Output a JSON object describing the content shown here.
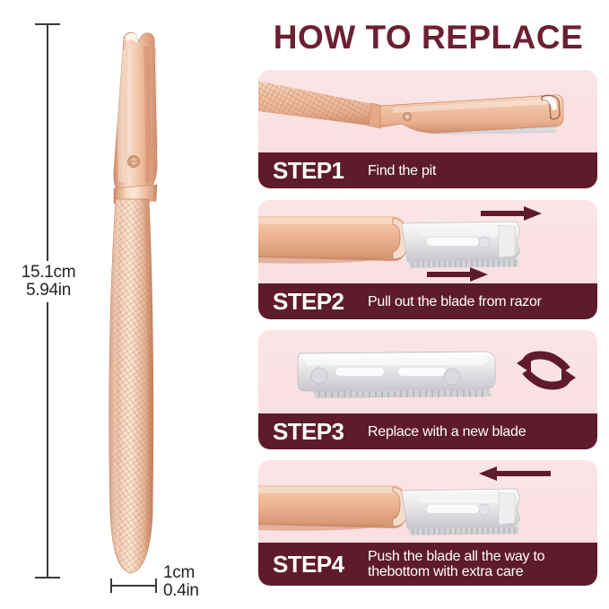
{
  "title": "HOW TO REPLACE",
  "colors": {
    "maroon": "#5e1b2b",
    "title_maroon": "#6d1f33",
    "panel_pink": "#fae2e5",
    "rose_gold_light": "#f6d3bd",
    "rose_gold_mid": "#e0a183",
    "rose_gold_dark": "#c2795c",
    "blade_silver": "#d8d8da",
    "measure_line": "#3a3a3c",
    "background": "#ffffff"
  },
  "product": {
    "height_measure": {
      "cm": "15.1cm",
      "in": "5.94in"
    },
    "width_measure": {
      "cm": "1cm",
      "in": "0.4in"
    },
    "image_name": "rose-gold-dermaplaning-razor"
  },
  "steps": [
    {
      "number": "STEP1",
      "text": "Find the pit",
      "text_line2": "",
      "illustration": "razor-head-with-pit-notch",
      "arrows": []
    },
    {
      "number": "STEP2",
      "text": "Pull out the blade from razor",
      "text_line2": "",
      "illustration": "blade-sliding-out-of-razor",
      "arrows": [
        "arrow-right",
        "arrow-right"
      ]
    },
    {
      "number": "STEP3",
      "text": "Replace with a new blade",
      "text_line2": "",
      "illustration": "standalone-replacement-blade",
      "arrows": [
        "swap-cycle-arrows"
      ]
    },
    {
      "number": "STEP4",
      "text": "Push the blade all the way to",
      "text_line2": "thebottom with extra care",
      "illustration": "blade-inserted-into-razor",
      "arrows": [
        "arrow-left"
      ]
    }
  ]
}
